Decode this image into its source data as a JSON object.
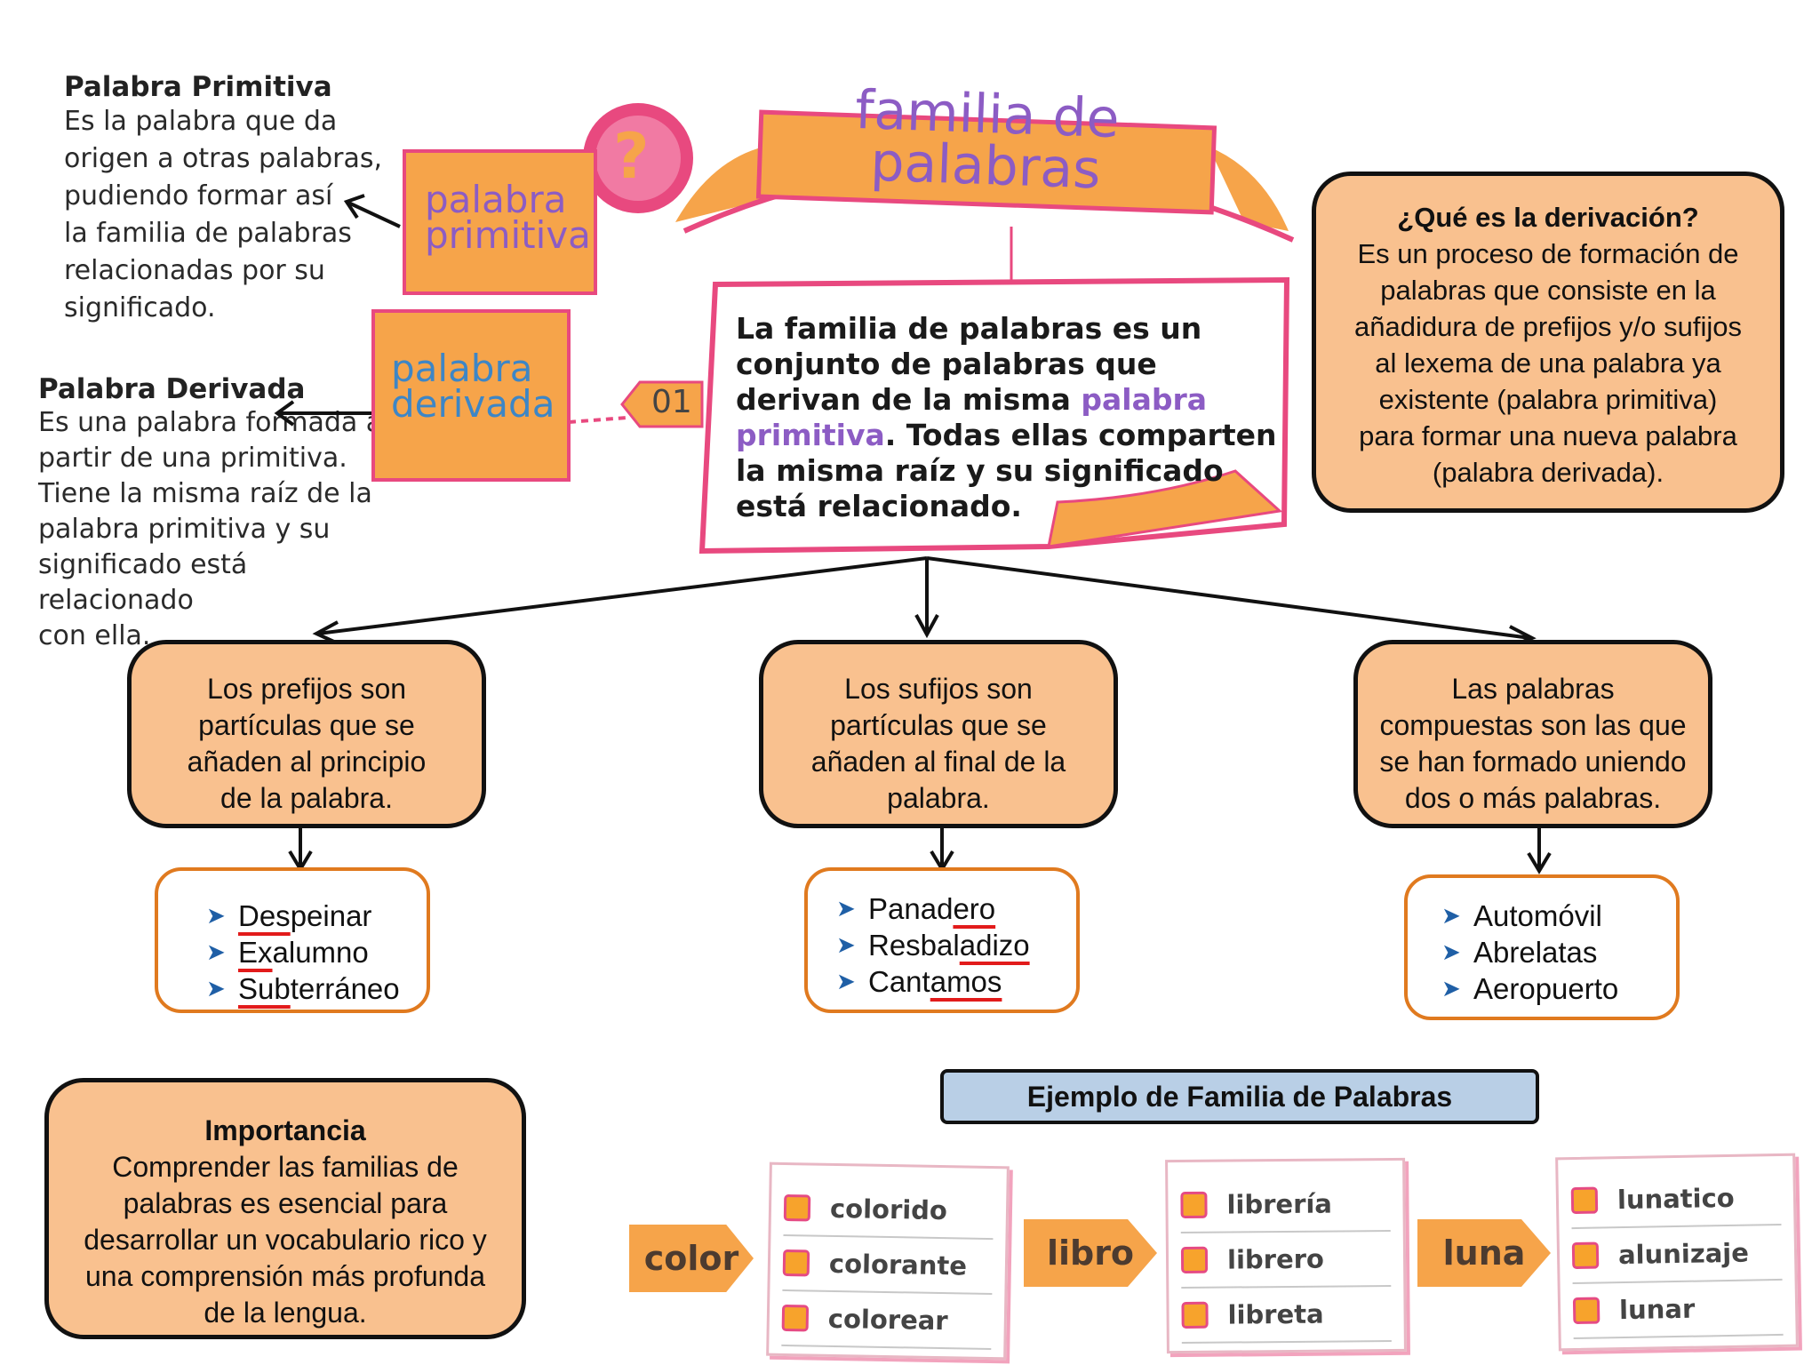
{
  "primitiva_note": {
    "heading": "Palabra Primitiva",
    "lines": [
      "Es la palabra que da",
      "origen a otras palabras,",
      "pudiendo formar así",
      "la familia de palabras",
      "relacionadas por su",
      "significado."
    ]
  },
  "derivada_note": {
    "heading": "Palabra Derivada",
    "lines": [
      "Es una palabra formada a",
      "partir de una primitiva.",
      "Tiene la misma raíz de la",
      "palabra primitiva y su",
      "significado está relacionado",
      "con ella."
    ]
  },
  "banner": {
    "line1": "familia de",
    "line2": "palabras",
    "question_mark": "?"
  },
  "tabs": {
    "primitiva": [
      "palabra",
      "primitiva"
    ],
    "derivada": [
      "palabra",
      "derivada"
    ],
    "number": "01"
  },
  "definition": {
    "lines": [
      "La familia de palabras es un",
      "conjunto de palabras que",
      "derivan de la misma ",
      "palabra",
      "primitiva",
      ". Todas ellas comparten",
      "la misma raíz y su significado",
      "está relacionado."
    ]
  },
  "derivacion": {
    "title": "¿Qué es la derivación?",
    "lines": [
      "Es un proceso de formación de",
      "palabras que consiste en la",
      "añadidura de prefijos y/o sufijos",
      "al lexema de una palabra ya",
      "existente (palabra primitiva)",
      "para formar una nueva palabra",
      "(palabra derivada)."
    ]
  },
  "categories": [
    {
      "lines": [
        "Los prefijos son",
        "partículas que se",
        "añaden al principio",
        "de la palabra."
      ]
    },
    {
      "lines": [
        "Los sufijos son",
        "partículas que se",
        "añaden al final de la",
        "palabra."
      ]
    },
    {
      "lines": [
        "Las palabras",
        "compuestas son las que",
        "se han formado uniendo",
        "dos o más palabras."
      ]
    }
  ],
  "examples": {
    "prefijos": [
      {
        "pre": "",
        "mark": "Des",
        "post": "peinar"
      },
      {
        "pre": "",
        "mark": "Ex",
        "post": "alumno"
      },
      {
        "pre": "",
        "mark": "Sub",
        "post": "terráneo"
      }
    ],
    "sufijos": [
      {
        "pre": "Panad",
        "mark": "ero",
        "post": ""
      },
      {
        "pre": "Resbal",
        "mark": "adizo",
        "post": ""
      },
      {
        "pre": "Cant",
        "mark": "amos",
        "post": ""
      }
    ],
    "compuestas": [
      {
        "text": "Automóvil"
      },
      {
        "text": "Abrelatas"
      },
      {
        "text": "Aeropuerto"
      }
    ],
    "bullet_icon": "arrow-bullet-icon"
  },
  "importancia": {
    "title": "Importancia",
    "lines": [
      "Comprender las familias de",
      "palabras es esencial para",
      "desarrollar un vocabulario rico y",
      "una comprensión más profunda",
      "de la lengua."
    ]
  },
  "ejemplo_title": "Ejemplo de Familia de Palabras",
  "families": [
    {
      "root": "color",
      "words": [
        "colorido",
        "colorante",
        "colorear"
      ]
    },
    {
      "root": "libro",
      "words": [
        "librería",
        "librero",
        "libreta"
      ]
    },
    {
      "root": "luna",
      "words": [
        "lunatico",
        "alunizaje",
        "lunar"
      ]
    }
  ],
  "colors": {
    "orange_box": "#f9c18f",
    "border": "#111111",
    "accent_pink": "#e8497f",
    "purple": "#8c5cc4",
    "outline_orange": "#e07a1f",
    "title_blue": "#b9cfe6"
  }
}
